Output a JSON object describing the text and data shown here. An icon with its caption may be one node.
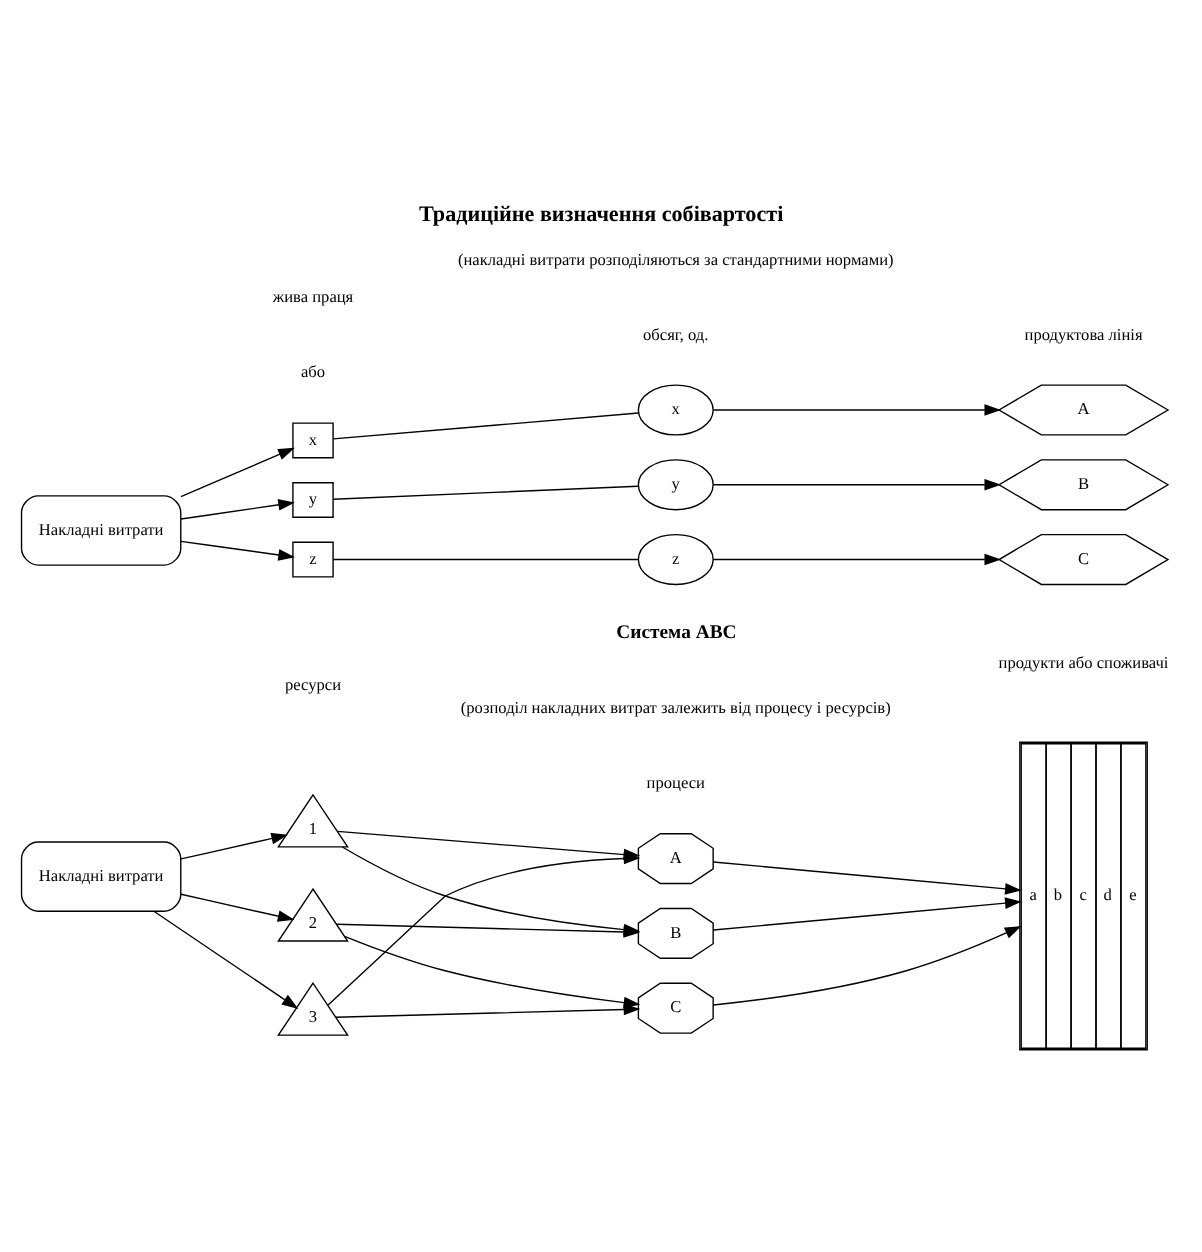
{
  "diagram": {
    "title": "Традиційне визначення собівартості",
    "nodes": [
      {
        "text": [
          "Накладні витрати"
        ]
      },
      {
        "text": [
          "x"
        ]
      },
      {
        "text": [
          "y"
        ]
      },
      {
        "text": [
          "z"
        ]
      },
      {
        "text": [
          "x"
        ]
      },
      {
        "text": [
          "y"
        ]
      },
      {
        "text": [
          "z"
        ]
      },
      {
        "text": [
          "A"
        ]
      },
      {
        "text": [
          "B"
        ]
      },
      {
        "text": [
          "C"
        ]
      },
      {
        "text": [
          "Накладні витрати"
        ]
      },
      {
        "text": [
          "1"
        ]
      },
      {
        "text": [
          "2"
        ]
      },
      {
        "text": [
          "3"
        ]
      },
      {
        "text": [
          "A"
        ]
      },
      {
        "text": [
          "B"
        ]
      },
      {
        "text": [
          "C"
        ]
      },
      {
        "text": [
          "a",
          "b",
          "c",
          "d",
          "e"
        ]
      }
    ],
    "edges": [
      {
        "from": 0,
        "to": 1,
        "arrow": "to"
      },
      {
        "from": 0,
        "to": 2,
        "arrow": "to"
      },
      {
        "from": 0,
        "to": 3,
        "arrow": "to"
      },
      {
        "from": 1,
        "to": 4,
        "arrow": "none"
      },
      {
        "from": 2,
        "to": 5,
        "arrow": "none"
      },
      {
        "from": 3,
        "to": 6,
        "arrow": "none"
      },
      {
        "from": 4,
        "to": 7,
        "arrow": "to"
      },
      {
        "from": 5,
        "to": 8,
        "arrow": "to"
      },
      {
        "from": 6,
        "to": 9,
        "arrow": "to"
      },
      {
        "from": 10,
        "to": 11,
        "arrow": "to"
      },
      {
        "from": 10,
        "to": 12,
        "arrow": "to"
      },
      {
        "from": 10,
        "to": 13,
        "arrow": "to"
      },
      {
        "from": 11,
        "to": 14,
        "arrow": "to"
      },
      {
        "from": 11,
        "to": 15,
        "arrow": "to"
      },
      {
        "from": 12,
        "to": 15,
        "arrow": "to"
      },
      {
        "from": 12,
        "to": 16,
        "arrow": "to"
      },
      {
        "from": 13,
        "to": 14,
        "arrow": "to"
      },
      {
        "from": 13,
        "to": 16,
        "arrow": "to"
      },
      {
        "from": 14,
        "to": 17,
        "arrow": "to"
      },
      {
        "from": 15,
        "to": 17,
        "arrow": "to"
      },
      {
        "from": 16,
        "to": 17,
        "arrow": "to"
      }
    ],
    "labels": [
      "(накладні витрати розподіляються за стандартними нормами)",
      "жива праця",
      "або",
      "обсяг, од.",
      "продуктова лінія",
      "Система ABC",
      "(розподіл накладних витрат залежить від процесу і ресурсів)",
      "ресурси",
      "процеси",
      "продукти або споживачі"
    ]
  }
}
